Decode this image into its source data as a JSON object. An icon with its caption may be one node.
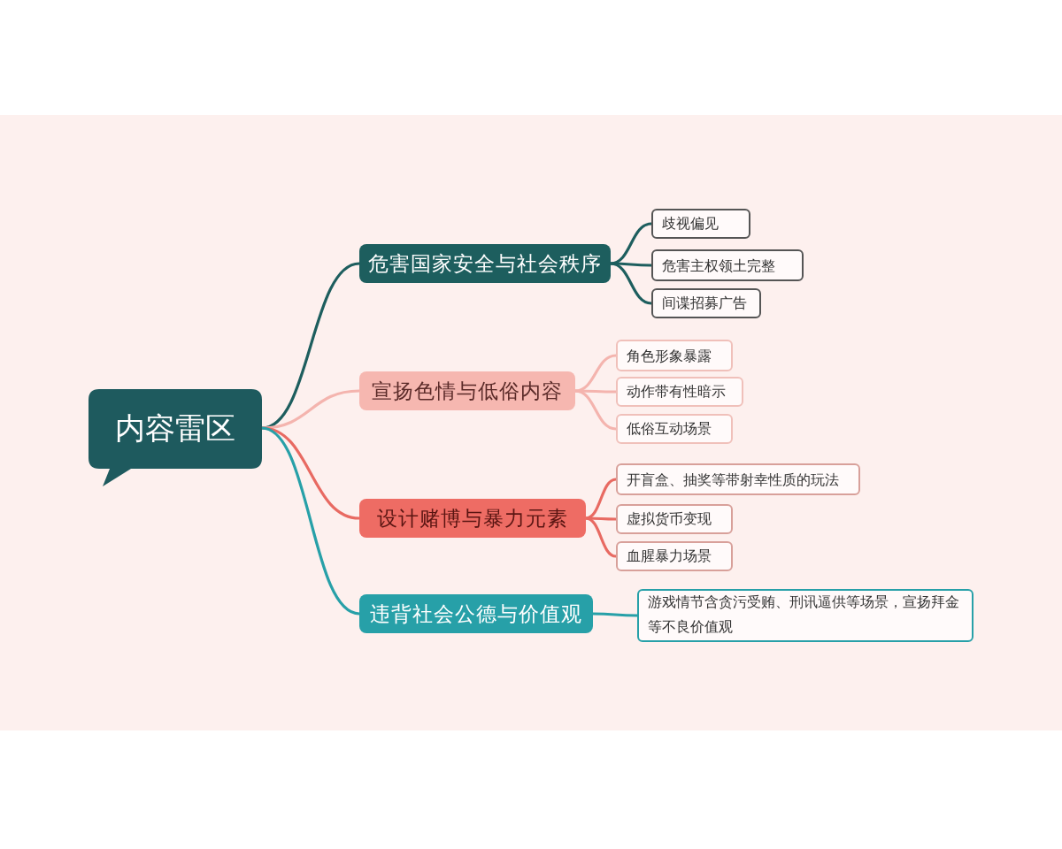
{
  "diagram": {
    "nodes": [
      {
        "text": [
          "内容雷区"
        ]
      },
      {
        "text": [
          "危害国家安全与社会秩序"
        ]
      },
      {
        "text": [
          "歧视偏见"
        ]
      },
      {
        "text": [
          "危害主权领土完整"
        ]
      },
      {
        "text": [
          "间谍招募广告"
        ]
      },
      {
        "text": [
          "宣扬色情与低俗内容"
        ]
      },
      {
        "text": [
          "角色形象暴露"
        ]
      },
      {
        "text": [
          "动作带有性暗示"
        ]
      },
      {
        "text": [
          "低俗互动场景"
        ]
      },
      {
        "text": [
          "设计赌博与暴力元素"
        ]
      },
      {
        "text": [
          "开盲盒、抽奖等带射幸性质的玩法"
        ]
      },
      {
        "text": [
          "虚拟货币变现"
        ]
      },
      {
        "text": [
          "血腥暴力场景"
        ]
      },
      {
        "text": [
          "违背社会公德与价值观"
        ]
      },
      {
        "text": [
          "游戏情节含贪污受贿、刑讯逼供等场景，宣扬拜金等不良价值观"
        ]
      }
    ],
    "edges": [
      {
        "from": 0,
        "to": 1,
        "arrow": "none",
        "color": "#1d5e5e"
      },
      {
        "from": 0,
        "to": 5,
        "arrow": "none",
        "color": "#f4b4ae"
      },
      {
        "from": 0,
        "to": 9,
        "arrow": "none",
        "color": "#e86a62"
      },
      {
        "from": 0,
        "to": 13,
        "arrow": "none",
        "color": "#27a0a8"
      },
      {
        "from": 1,
        "to": 2,
        "arrow": "none",
        "color": "#1d5e5e"
      },
      {
        "from": 1,
        "to": 3,
        "arrow": "none",
        "color": "#1d5e5e"
      },
      {
        "from": 1,
        "to": 4,
        "arrow": "none",
        "color": "#1d5e5e"
      },
      {
        "from": 5,
        "to": 6,
        "arrow": "none",
        "color": "#f4b4ae"
      },
      {
        "from": 5,
        "to": 7,
        "arrow": "none",
        "color": "#f4b4ae"
      },
      {
        "from": 5,
        "to": 8,
        "arrow": "none",
        "color": "#f4b4ae"
      },
      {
        "from": 9,
        "to": 10,
        "arrow": "none",
        "color": "#e86a62"
      },
      {
        "from": 9,
        "to": 11,
        "arrow": "none",
        "color": "#e86a62"
      },
      {
        "from": 9,
        "to": 12,
        "arrow": "none",
        "color": "#e86a62"
      },
      {
        "from": 13,
        "to": 14,
        "arrow": "none",
        "color": "#27a0a8"
      }
    ]
  }
}
